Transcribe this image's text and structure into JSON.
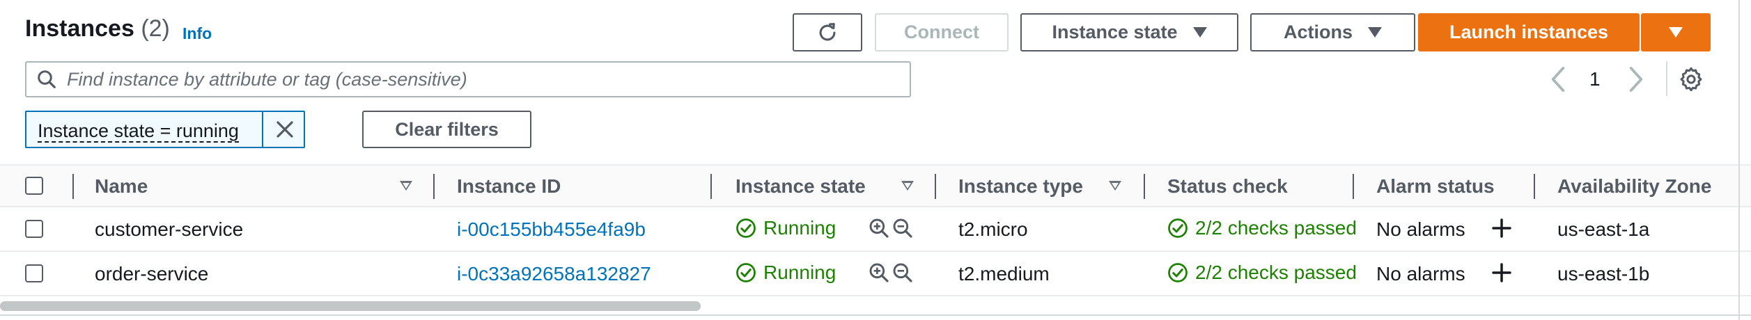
{
  "header": {
    "title": "Instances",
    "count": "(2)",
    "info_label": "Info"
  },
  "toolbar": {
    "connect_label": "Connect",
    "instance_state_label": "Instance state",
    "actions_label": "Actions",
    "launch_label": "Launch instances"
  },
  "search": {
    "placeholder": "Find instance by attribute or tag (case-sensitive)",
    "value": ""
  },
  "pagination": {
    "current_page": "1"
  },
  "filters": {
    "token_label": "Instance state = running",
    "clear_label": "Clear filters"
  },
  "table": {
    "columns": [
      "Name",
      "Instance ID",
      "Instance state",
      "Instance type",
      "Status check",
      "Alarm status",
      "Availability Zone"
    ],
    "rows": [
      {
        "name": "customer-service",
        "instance_id": "i-00c155bb455e4fa9b",
        "state": "Running",
        "type": "t2.micro",
        "status_check": "2/2 checks passed",
        "alarm_status": "No alarms",
        "az": "us-east-1a"
      },
      {
        "name": "order-service",
        "instance_id": "i-0c33a92658a132827",
        "state": "Running",
        "type": "t2.medium",
        "status_check": "2/2 checks passed",
        "alarm_status": "No alarms",
        "az": "us-east-1b"
      }
    ]
  },
  "colors": {
    "primary_orange": "#ec7211",
    "link_blue": "#0073bb",
    "success_green": "#1d8102",
    "text_dark": "#16191f",
    "text_gray": "#545b64"
  }
}
